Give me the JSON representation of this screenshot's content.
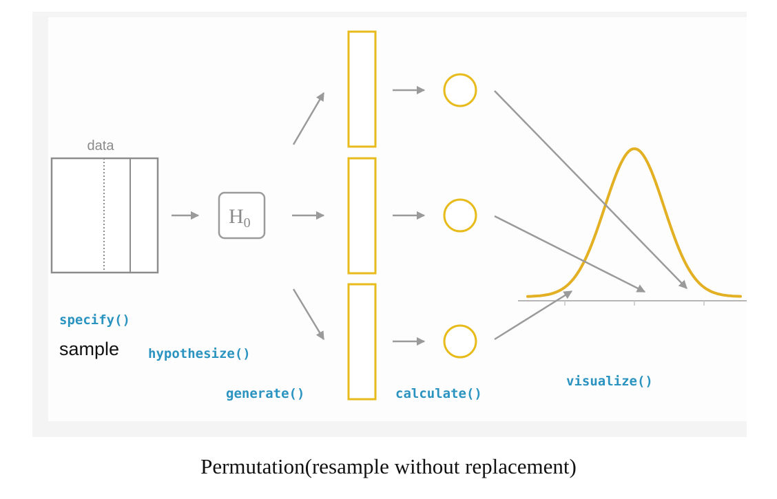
{
  "labels": {
    "data": "data",
    "h0_main": "H",
    "h0_sub": "0",
    "sample": "sample"
  },
  "functions": {
    "specify": "specify()",
    "hypothesize": "hypothesize()",
    "generate": "generate()",
    "calculate": "calculate()",
    "visualize": "visualize()"
  },
  "caption": "Permutation(resample without replacement)",
  "colors": {
    "function_text": "#2a93c0",
    "sample_outline": "#e8bb1c",
    "curve": "#e3b024",
    "arrow": "#9a9a9a",
    "box_outline": "#8c8c8c"
  }
}
